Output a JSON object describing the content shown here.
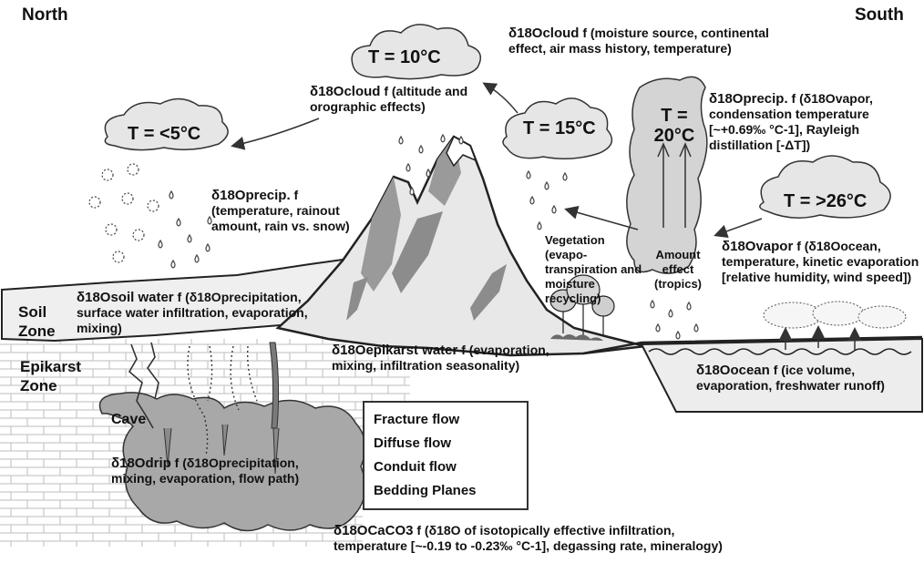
{
  "regions": {
    "north": "North",
    "south": "South"
  },
  "zones": {
    "soil": "Soil Zone",
    "epikarst": "Epikarst Zone",
    "cave": "Cave"
  },
  "clouds": {
    "t10": "T = 10°C",
    "t5": "T = <5°C",
    "t15": "T = 15°C",
    "t20": "T = 20°C",
    "t26": "T = >26°C"
  },
  "labels": {
    "cloud_top": {
      "symbol": "δ18Ocloud",
      "text": "f (moisture source, continental effect, air mass history, temperature)"
    },
    "cloud_altitude": {
      "symbol": "δ18Ocloud",
      "text": "f (altitude and orographic effects)"
    },
    "precip_north": {
      "symbol": "δ18Oprecip.",
      "text": "f (temperature, rainout amount, rain vs. snow)"
    },
    "precip_south": {
      "symbol": "δ18Oprecip.",
      "text": "f (δ18Ovapor, condensation temperature [~+0.69‰ °C-1], Rayleigh distillation [-ΔT])"
    },
    "vapor": {
      "symbol": "δ18Ovapor",
      "text": "f (δ18Oocean, temperature, kinetic evaporation [relative humidity, wind speed])"
    },
    "vegetation": "Vegetation (evapo-transpiration and moisture recycling)",
    "amount_effect": "Amount effect (tropics)",
    "soil_water": {
      "symbol": "δ18Osoil water",
      "text": "f (δ18Oprecipitation, surface water infiltration, evaporation, mixing)"
    },
    "epikarst_water": {
      "symbol": "δ18Oepikarst water",
      "text": "f (evaporation, mixing, infiltration seasonality)"
    },
    "ocean": {
      "symbol": "δ18Oocean",
      "text": "f (ice volume, evaporation, freshwater runoff)"
    },
    "drip": {
      "symbol": "δ18Odrip",
      "text": "f (δ18Oprecipitation, mixing, evaporation, flow path)"
    },
    "caco3": {
      "symbol": "δ18OCaCO3",
      "text": "f (δ18O of isotopically effective infiltration, temperature [~-0.19 to -0.23‰ °C-1], degassing rate, mineralogy)"
    }
  },
  "legend": {
    "fracture": "Fracture flow",
    "diffuse": "Diffuse flow",
    "conduit": "Conduit flow",
    "bedding": "Bedding Planes"
  }
}
